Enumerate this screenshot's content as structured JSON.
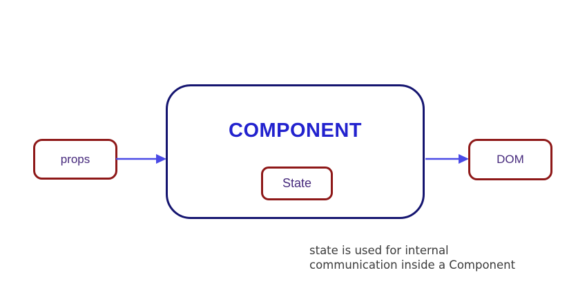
{
  "diagram": {
    "component_title": "COMPONENT",
    "props_label": "props",
    "state_label": "State",
    "dom_label": "DOM",
    "caption_line1": "state is used for internal",
    "caption_line2": "communication inside a Component",
    "colors": {
      "background": "#ffffff",
      "small_box_border": "#8E1818",
      "component_border": "#151570",
      "component_title_text": "#2222CE",
      "node_label_text": "#46297C",
      "arrow": "#4A4AE6",
      "caption_text": "#3B3B3B"
    }
  }
}
